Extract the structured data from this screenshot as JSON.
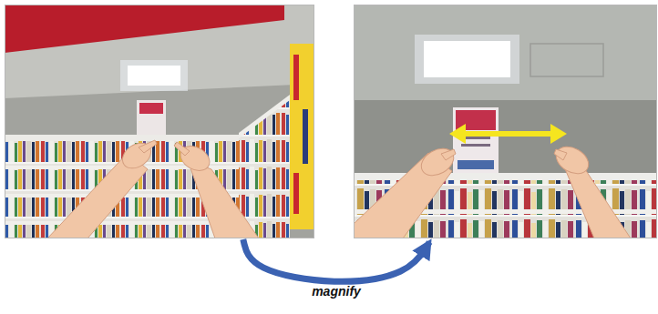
{
  "diagram": {
    "nodes": [
      {
        "text": []
      },
      {
        "text": []
      }
    ],
    "edges": [
      {
        "from": 0,
        "to": 1,
        "arrow": "to",
        "label": "magnify"
      }
    ]
  }
}
